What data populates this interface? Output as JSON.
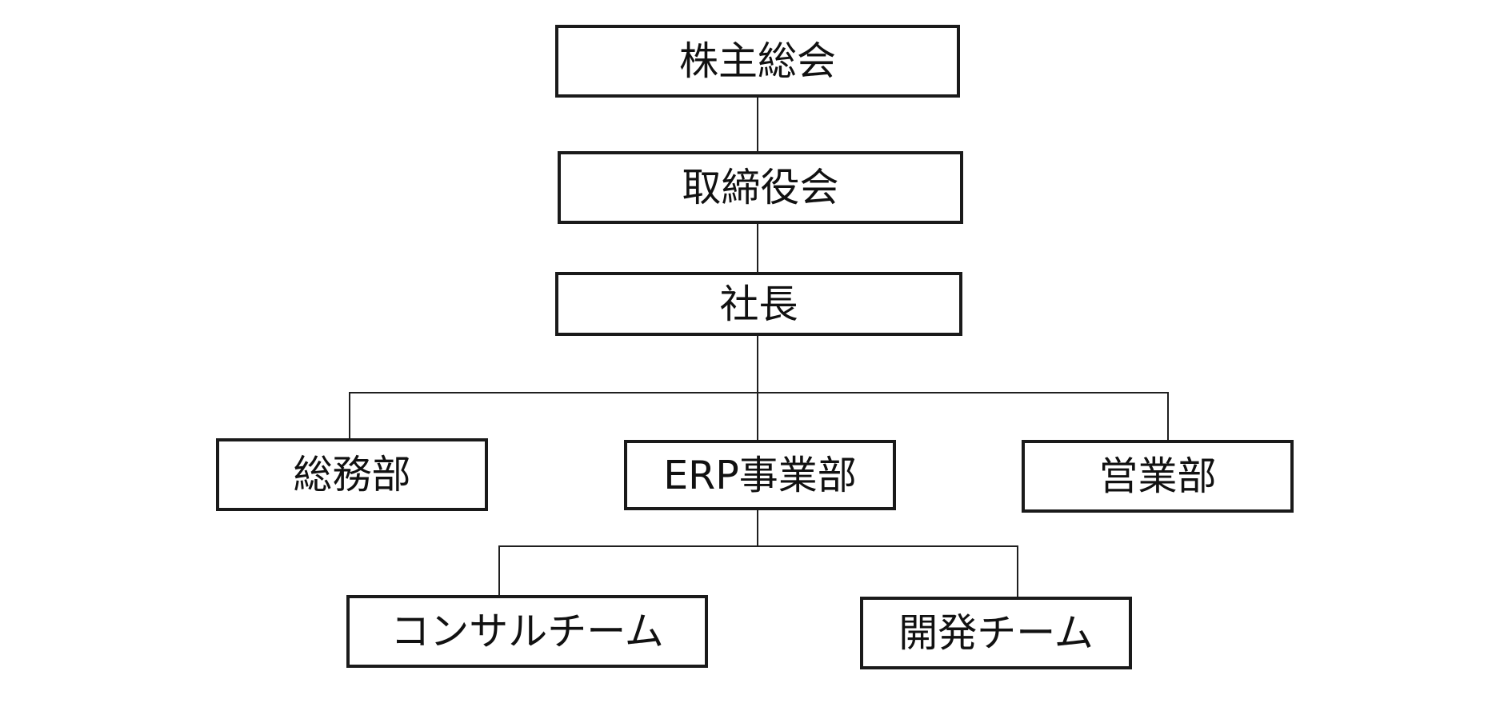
{
  "org_chart": {
    "shareholders_meeting": "株主総会",
    "board_of_directors": "取締役会",
    "president": "社長",
    "general_affairs_dept": "総務部",
    "erp_business_dept": "ERP事業部",
    "sales_dept": "営業部",
    "consulting_team": "コンサルチーム",
    "development_team": "開発チーム"
  },
  "colors": {
    "line": "#1f1f1f",
    "border": "#1a1a1a",
    "text": "#111111",
    "background": "#ffffff"
  }
}
